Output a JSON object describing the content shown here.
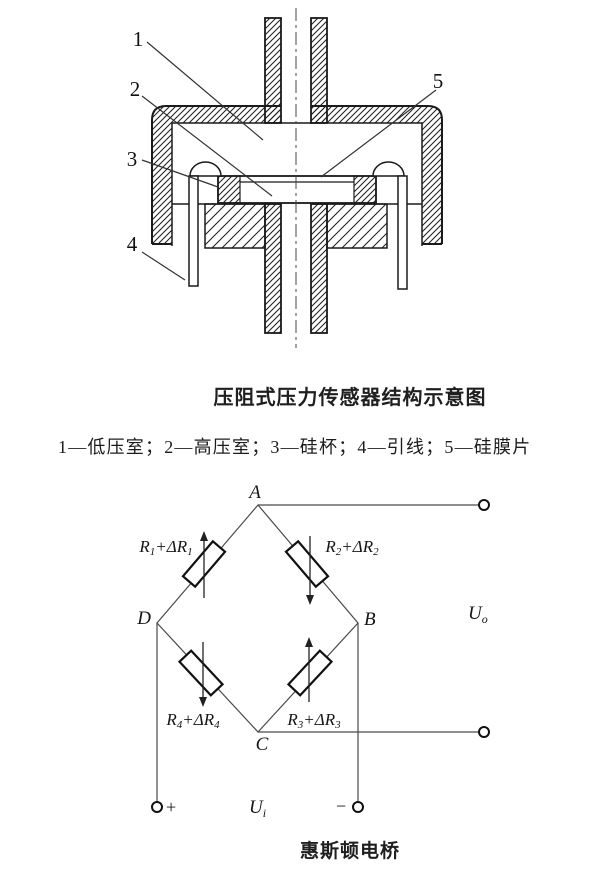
{
  "sensor": {
    "title": "压阻式压力传感器结构示意图",
    "legend": "1—低压室；2—高压室；3—硅杯；4—引线；5—硅膜片",
    "labels": [
      "1",
      "2",
      "3",
      "4",
      "5"
    ]
  },
  "bridge": {
    "caption": "惠斯顿电桥",
    "nodes": {
      "a": "A",
      "b": "B",
      "c": "C",
      "d": "D"
    },
    "resistors": {
      "r1": {
        "base": "R",
        "sub1": "1",
        "mid": "+ΔR",
        "sub2": "1"
      },
      "r2": {
        "base": "R",
        "sub1": "2",
        "mid": "+ΔR",
        "sub2": "2"
      },
      "r3": {
        "base": "R",
        "sub1": "3",
        "mid": "+ΔR",
        "sub2": "3"
      },
      "r4": {
        "base": "R",
        "sub1": "4",
        "mid": "+ΔR",
        "sub2": "4"
      }
    },
    "output_voltage": {
      "base": "U",
      "sub": "o"
    },
    "input_voltage": {
      "base": "U",
      "sub": "i"
    },
    "plus": "+",
    "minus": "−"
  },
  "colors": {
    "ink": "#1a1a1a",
    "wire": "#4a4a4a",
    "background": "#ffffff"
  }
}
